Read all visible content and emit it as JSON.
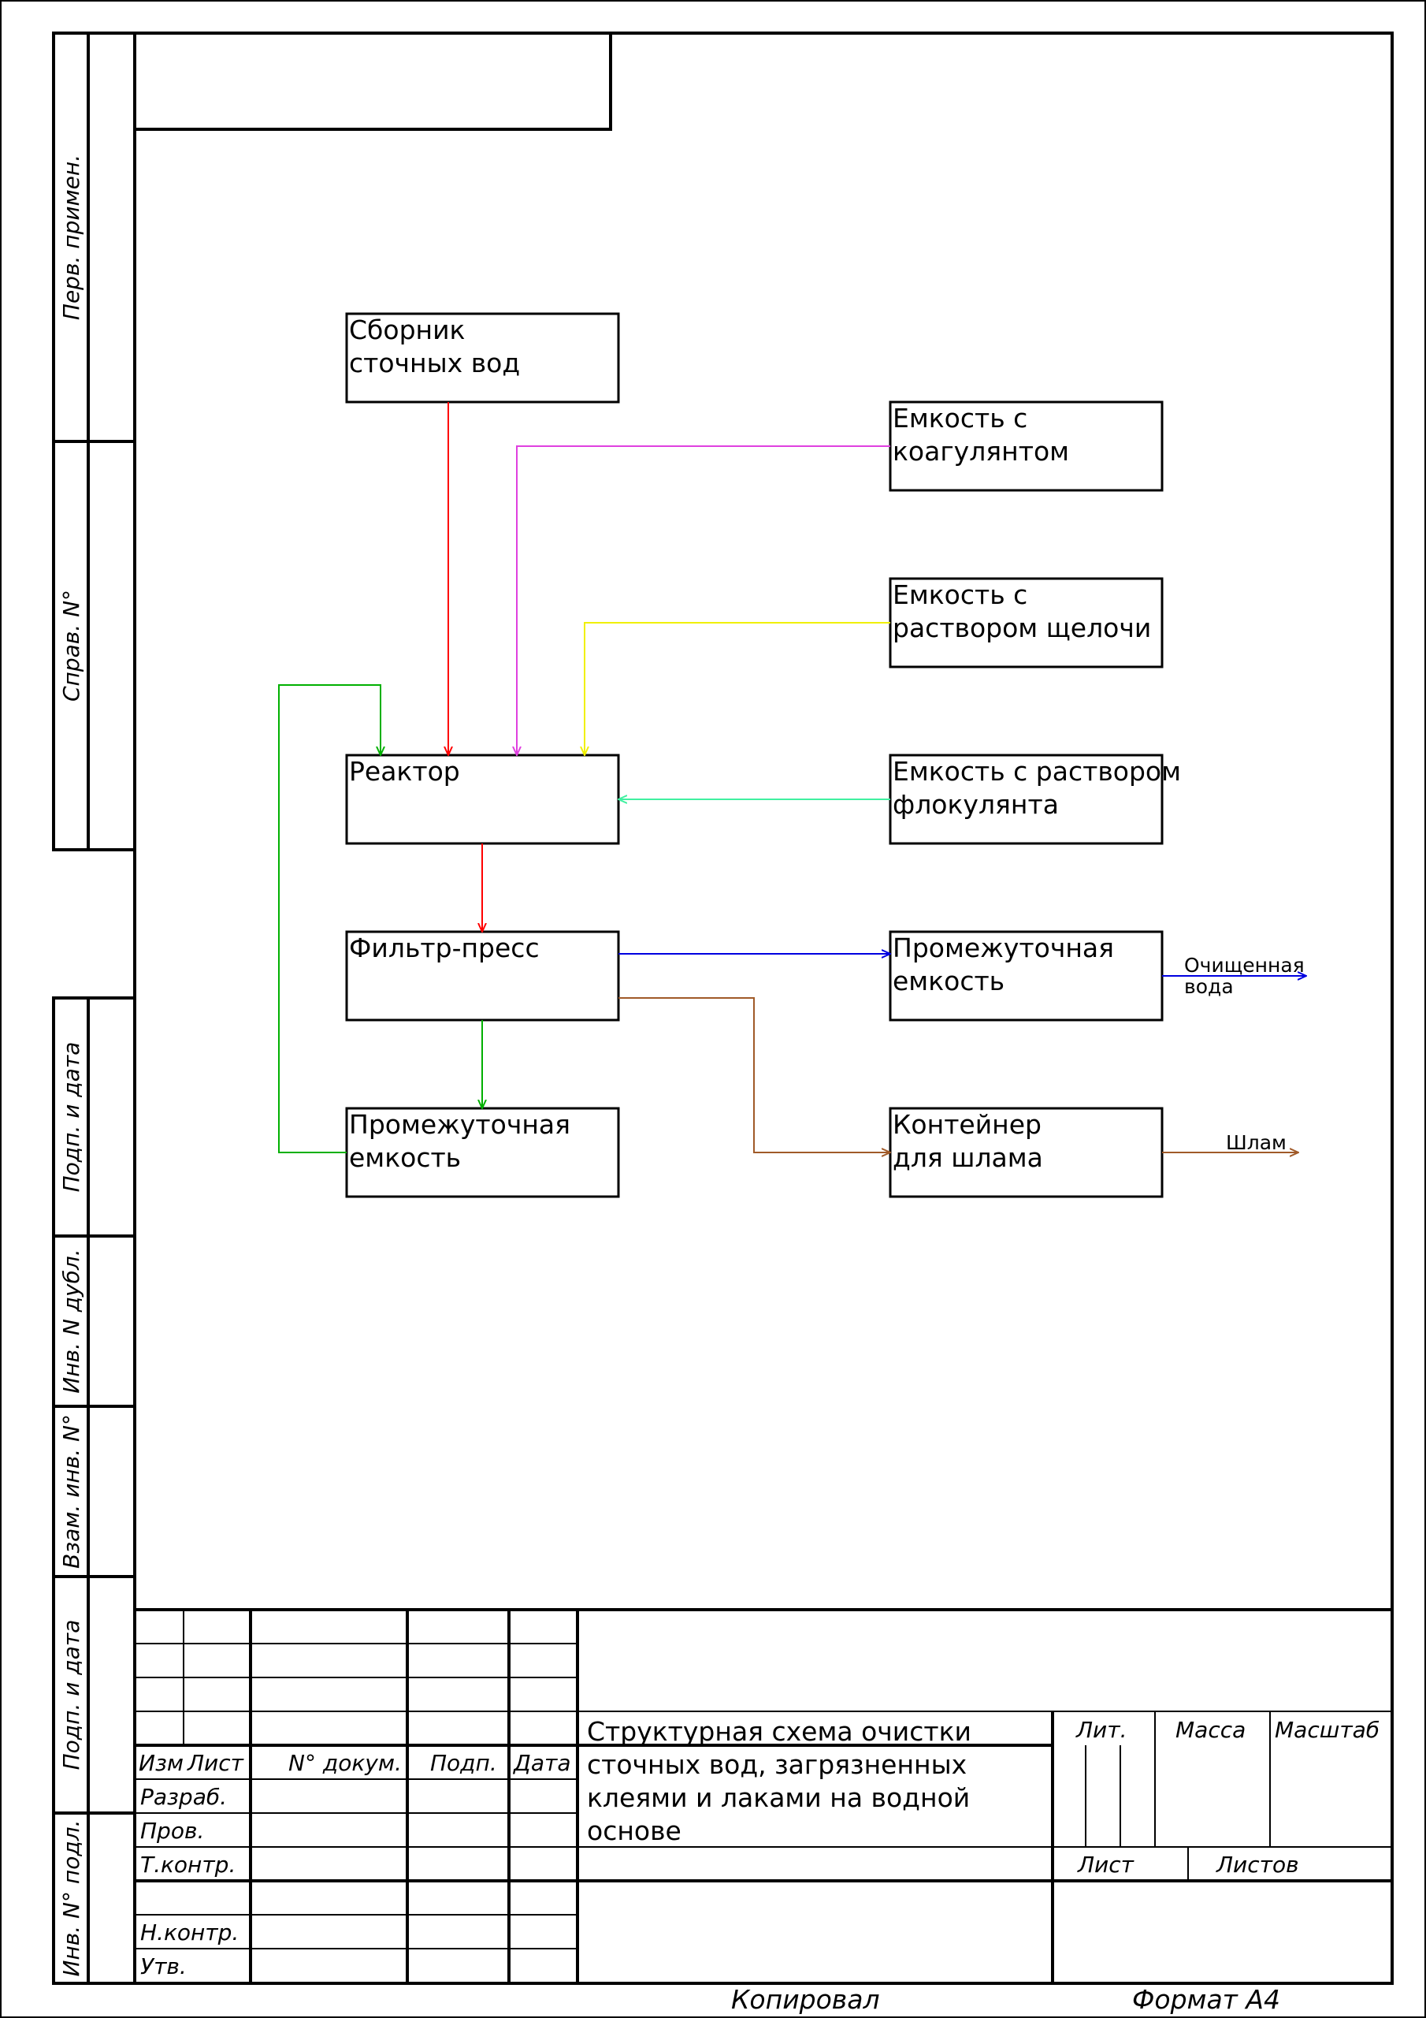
{
  "side_labels": {
    "perv_primen": "Перв. примен.",
    "sprav_no": "Справ. N°",
    "podp_data_1": "Подп. и дата",
    "inv_dubl": "Инв. N дубл.",
    "vzam_inv": "Взам. инв. N°",
    "podp_data_2": "Подп. и дата",
    "inv_podl": "Инв. N° подл."
  },
  "blocks": {
    "collector": [
      "Сборник",
      "сточных вод"
    ],
    "coagulant": [
      "Емкость с",
      "коагулянтом"
    ],
    "alkali": [
      "Емкость с",
      "раствором щелочи"
    ],
    "flocculant": [
      "Емкость с раствором",
      "флокулянта"
    ],
    "reactor": [
      "Реактор"
    ],
    "filter_press": [
      "Фильтр-пресс"
    ],
    "intermediate_right": [
      "Промежуточная",
      "емкость"
    ],
    "intermediate_bottom": [
      "Промежуточная",
      "емкость"
    ],
    "sludge_container": [
      "Контейнер",
      "для шлама"
    ]
  },
  "outputs": {
    "clean_water": [
      "Очищенная",
      "вода"
    ],
    "sludge": "Шлам"
  },
  "colors": {
    "red": "#ff0000",
    "magenta": "#e040e0",
    "yellow": "#f0f000",
    "mint": "#40f0a0",
    "green": "#00b000",
    "blue": "#0000e0",
    "brown": "#a05a28"
  },
  "title_block": {
    "headers": [
      "Изм",
      "Лист",
      "N° докум.",
      "Подп.",
      "Дата"
    ],
    "roles": [
      "Разраб.",
      "Пров.",
      "Т.контр.",
      "Н.контр.",
      "Утв."
    ],
    "title": [
      "Структурная схема очистки",
      "сточных вод, загрязненных",
      "клеями и лаками на водной",
      "основе"
    ],
    "lit": "Лит.",
    "massa": "Масса",
    "masshtab": "Масштаб",
    "list": "Лист",
    "listov": "Листов"
  },
  "footer": {
    "kopiroval": "Копировал",
    "format": "Формат A4"
  }
}
